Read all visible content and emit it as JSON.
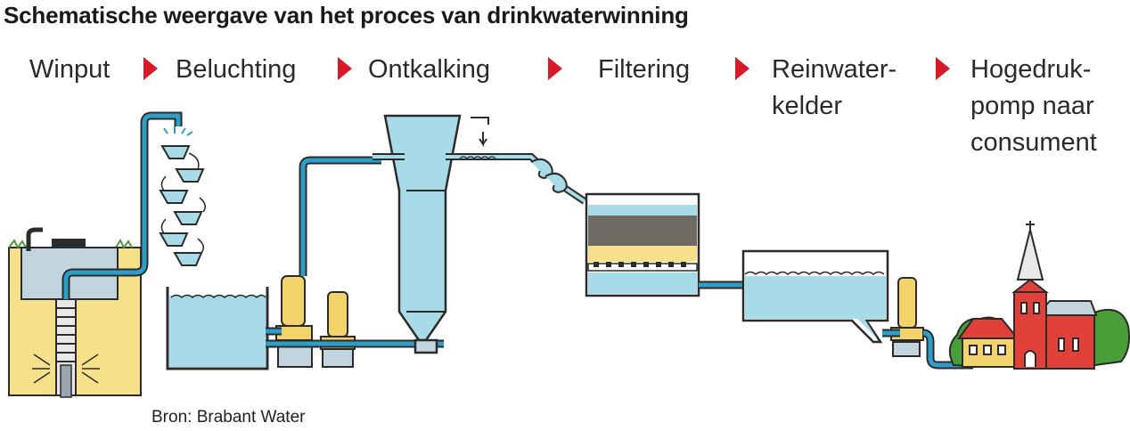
{
  "title": "Schematische weergave van het proces van drinkwaterwinning",
  "steps": [
    {
      "label": "Winput"
    },
    {
      "label": "Beluchting"
    },
    {
      "label": "Ontkalking"
    },
    {
      "label": "Filtering"
    },
    {
      "label": "Reinwater-\nkelder"
    },
    {
      "label": "Hogedruk-\npomp naar\nconsument"
    }
  ],
  "source": "Bron: Brabant Water",
  "colors": {
    "water": "#a8dbe8",
    "pipe": "#2e9ec8",
    "outline": "#2b2b2b",
    "ground": "#f7e08a",
    "machine": "#f2d46b",
    "accent": "#d71a28",
    "house": "#e2413a",
    "tree": "#4a9e3a"
  }
}
